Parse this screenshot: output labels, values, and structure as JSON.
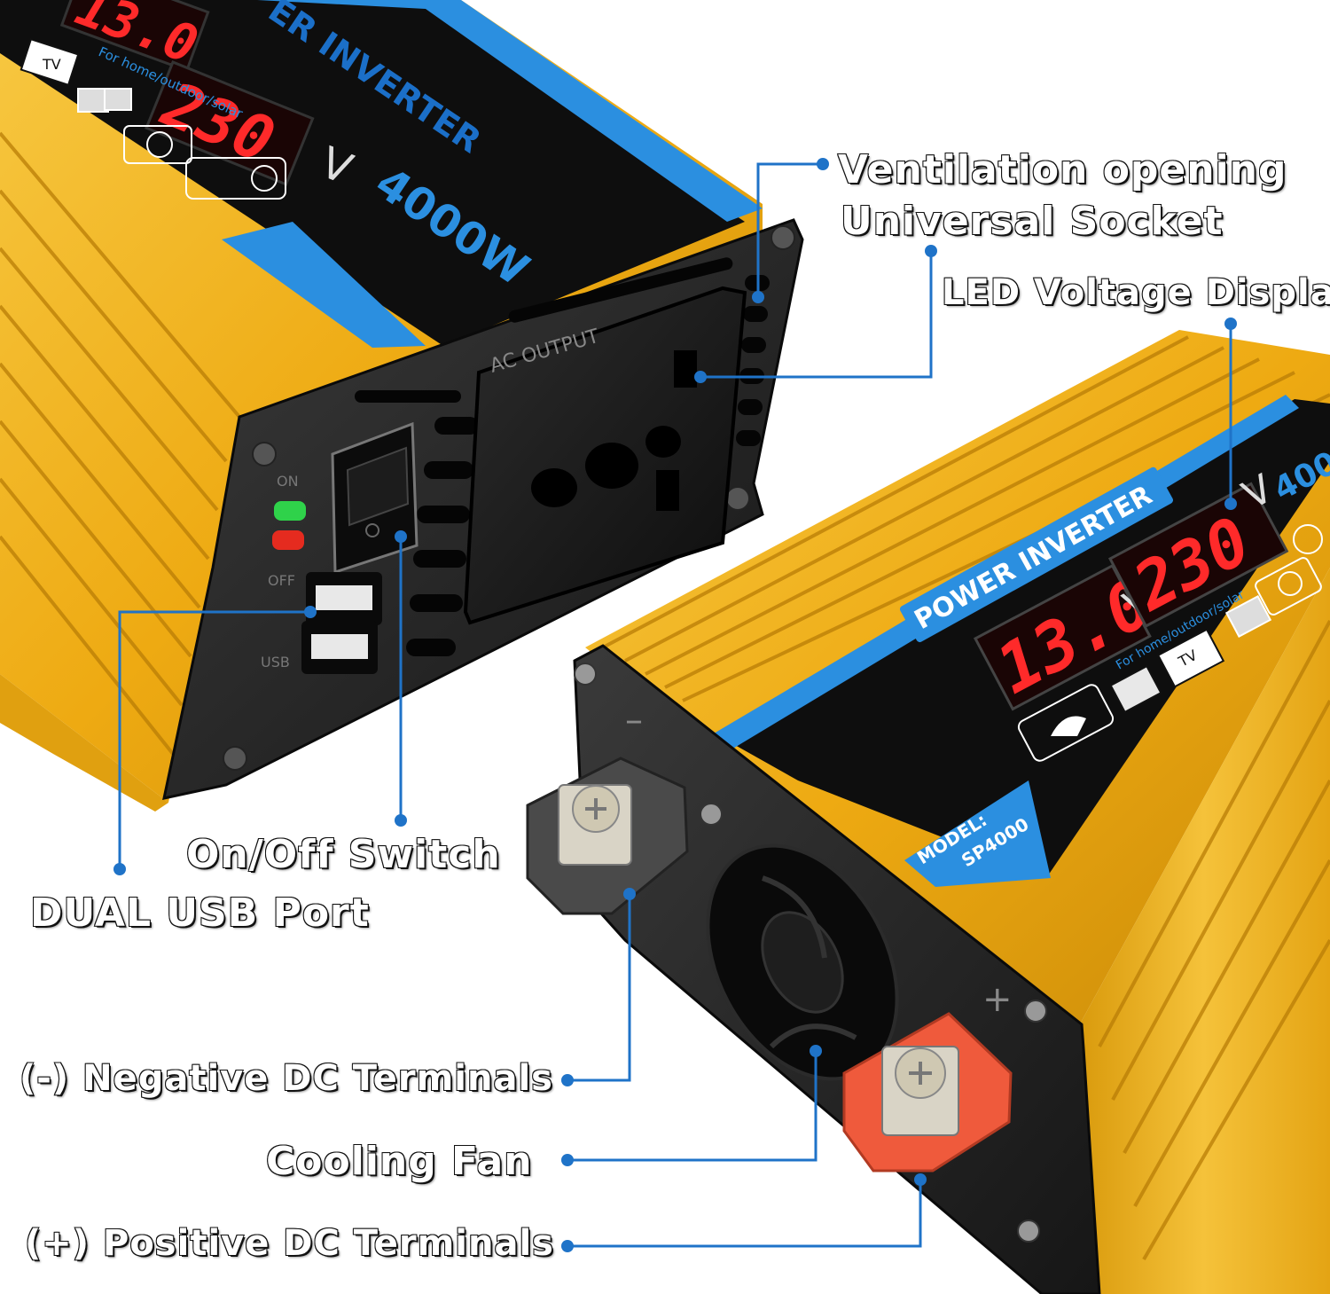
{
  "product": {
    "brand_text": "POWER INVERTER",
    "brand_text_partial": "ER INVERTER",
    "wattage": "4000W",
    "wattage_partial": "400",
    "model_label": "MODEL:",
    "model_number": "SP4000",
    "usage_text": "For home/outdoor/solar",
    "tv_label": "TV",
    "dc_voltage": "13.0",
    "ac_voltage": "230",
    "unit_v": "V",
    "ac_output_label": "AC OUTPUT",
    "switch_on": "ON",
    "switch_off": "OFF",
    "usb_label": "USB",
    "minus_sign": "–",
    "plus_sign": "+"
  },
  "callouts": {
    "ventilation": "Ventilation opening",
    "socket": "Universal Socket",
    "led_display": "LED Voltage Display",
    "switch": "On/Off Switch",
    "usb": "DUAL USB Port",
    "negative": "(-) Negative DC Terminals",
    "fan": "Cooling Fan",
    "positive": "(+) Positive DC Terminals"
  },
  "colors": {
    "housing_yellow": "#f2b418",
    "panel_black": "#111111",
    "stripe_blue": "#2b8fe0",
    "lcd_red": "#ff2a2a",
    "callout_blue": "#1f73c8",
    "led_green": "#2fd24a",
    "led_red": "#e52b1f",
    "terminal_red": "#ef5a3c"
  }
}
